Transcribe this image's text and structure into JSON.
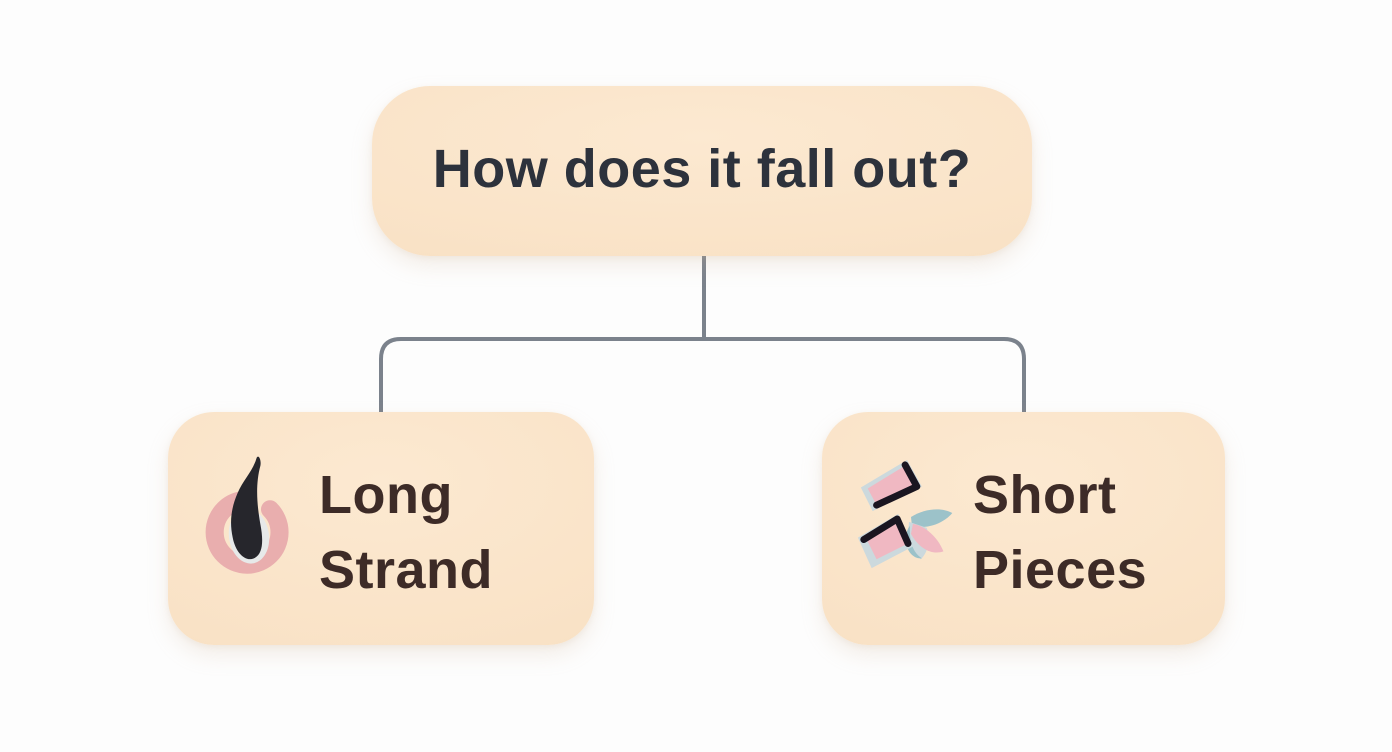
{
  "flowchart": {
    "question": {
      "label": "How does it fall out?"
    },
    "branches": [
      {
        "label": "Long\nStrand",
        "icon": "hair-follicle-icon"
      },
      {
        "label": "Short\nPieces",
        "icon": "broken-hair-pieces-icon"
      }
    ]
  },
  "colors": {
    "background": "#fdfdfd",
    "node_fill": "#f9e2c6",
    "title_text": "#2d323c",
    "branch_text": "#3d2b27",
    "connector": "#7b828c",
    "follicle_pink": "#e9aeae",
    "hair_black": "#26262c",
    "sheath_white": "#e7e9e9",
    "shard_pink": "#f0b8c2",
    "shard_blue": "#9cc2c9",
    "shard_outline": "#ccd9dd",
    "shard_black": "#1a1520"
  }
}
